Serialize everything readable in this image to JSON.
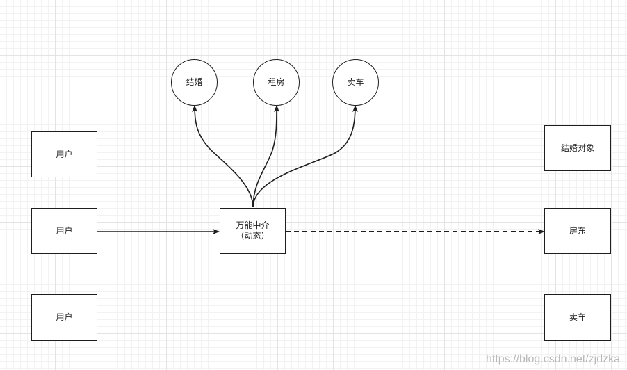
{
  "users": [
    "用户",
    "用户",
    "用户"
  ],
  "agent": {
    "line1": "万能中介",
    "line2": "（动态）"
  },
  "services": [
    "结婚",
    "租房",
    "卖车"
  ],
  "targets": [
    "结婚对象",
    "房东",
    "卖车"
  ],
  "watermark": "https://blog.csdn.net/zjdzka"
}
